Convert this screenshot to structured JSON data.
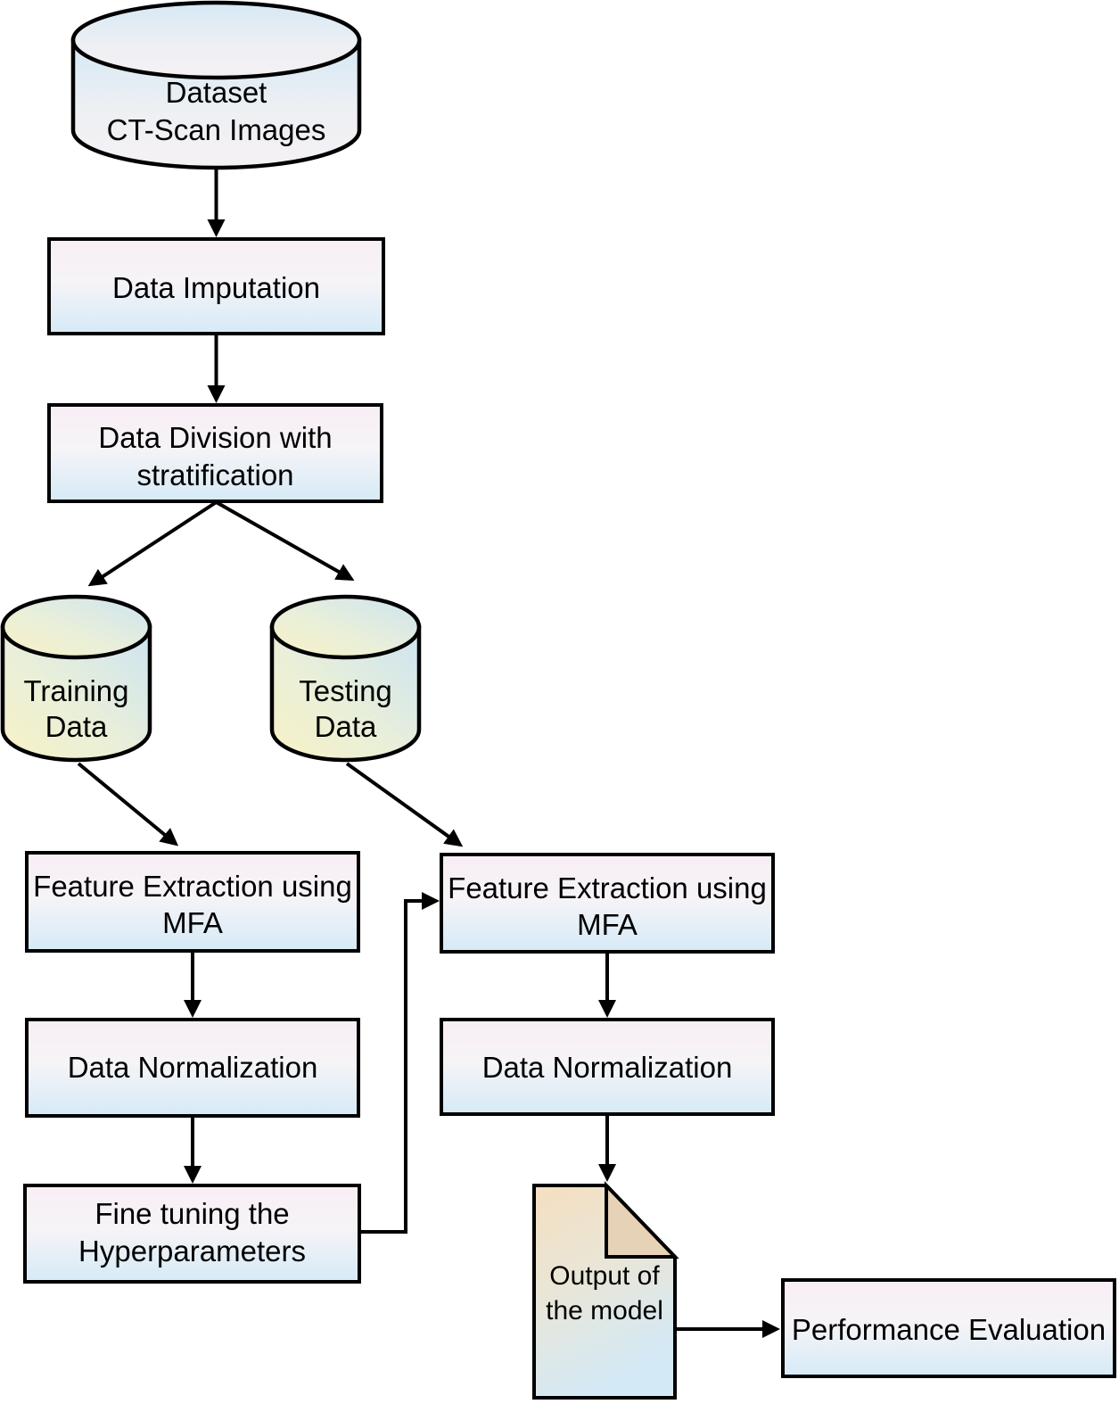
{
  "figure": {
    "type": "flowchart",
    "nodes": {
      "dataset": {
        "shape": "cylinder",
        "lines": [
          "Dataset",
          "CT-Scan Images"
        ]
      },
      "data_imputation": {
        "shape": "rect",
        "lines": [
          "Data Imputation"
        ]
      },
      "data_division": {
        "shape": "rect",
        "lines": [
          "Data Division with",
          "stratification"
        ]
      },
      "training_data": {
        "shape": "cylinder",
        "lines": [
          "Training",
          "Data"
        ]
      },
      "testing_data": {
        "shape": "cylinder",
        "lines": [
          "Testing",
          "Data"
        ]
      },
      "feature_extraction_train": {
        "shape": "rect",
        "lines": [
          "Feature Extraction using",
          "MFA"
        ]
      },
      "data_normalization_train": {
        "shape": "rect",
        "lines": [
          "Data Normalization"
        ]
      },
      "fine_tuning": {
        "shape": "rect",
        "lines": [
          "Fine tuning the",
          "Hyperparameters"
        ]
      },
      "feature_extraction_test": {
        "shape": "rect",
        "lines": [
          "Feature Extraction using",
          "MFA"
        ]
      },
      "data_normalization_test": {
        "shape": "rect",
        "lines": [
          "Data Normalization"
        ]
      },
      "model_output": {
        "shape": "document",
        "lines": [
          "Output of",
          "the model"
        ]
      },
      "performance_evaluation": {
        "shape": "rect",
        "lines": [
          "Performance Evaluation"
        ]
      }
    },
    "edges": [
      {
        "from": "dataset",
        "to": "data_imputation"
      },
      {
        "from": "data_imputation",
        "to": "data_division"
      },
      {
        "from": "data_division",
        "to": "training_data"
      },
      {
        "from": "data_division",
        "to": "testing_data"
      },
      {
        "from": "training_data",
        "to": "feature_extraction_train"
      },
      {
        "from": "testing_data",
        "to": "feature_extraction_test"
      },
      {
        "from": "feature_extraction_train",
        "to": "data_normalization_train"
      },
      {
        "from": "data_normalization_train",
        "to": "fine_tuning"
      },
      {
        "from": "fine_tuning",
        "to": "feature_extraction_test"
      },
      {
        "from": "feature_extraction_test",
        "to": "data_normalization_test"
      },
      {
        "from": "data_normalization_test",
        "to": "model_output"
      },
      {
        "from": "model_output",
        "to": "performance_evaluation"
      }
    ],
    "colors": {
      "stroke": "#000000",
      "box_top": "#f8eef5",
      "box_mid": "#f6f4f7",
      "box_bottom": "#d5eaf7",
      "cyl_blue_top": "#d6e8f5",
      "cyl_blue_mid": "#edf0f3",
      "cyl_blue_bottom": "#f5f1f4",
      "cyl_yellow": "#f8f2c6",
      "cyl_green_mid": "#e9efd9",
      "cyl_blue": "#cde4f2",
      "doc_tan": "#f5dfc0",
      "doc_mid": "#e9e6d8",
      "doc_blue": "#d3e9f6",
      "doc_fold": "#e6d3b7"
    }
  }
}
